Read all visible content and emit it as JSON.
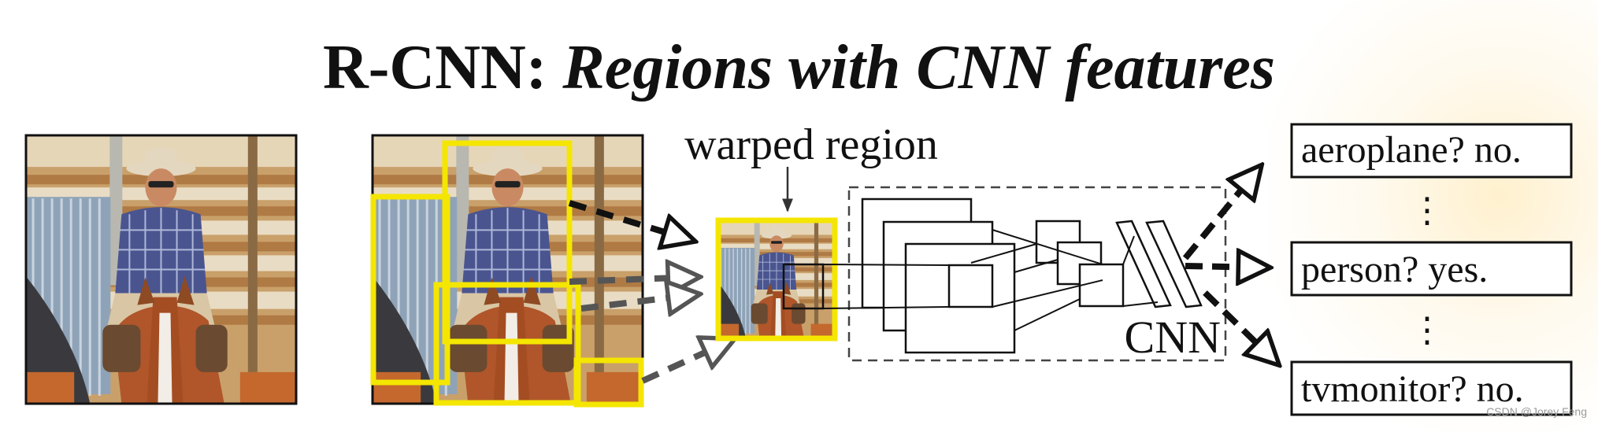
{
  "title": {
    "prefix": "R-CNN:",
    "italic": "Regions with CNN features"
  },
  "labels": {
    "warped_region": "warped region",
    "cnn": "CNN",
    "dots": "⋮"
  },
  "classifications": [
    {
      "text": "aeroplane? no."
    },
    {
      "text": "person? yes."
    },
    {
      "text": "tvmonitor? no."
    }
  ],
  "colors": {
    "highlight": "#f4e600",
    "ink": "#111111",
    "dashed_gray": "#555555"
  },
  "watermark": "CSDN @Jorey Feng"
}
